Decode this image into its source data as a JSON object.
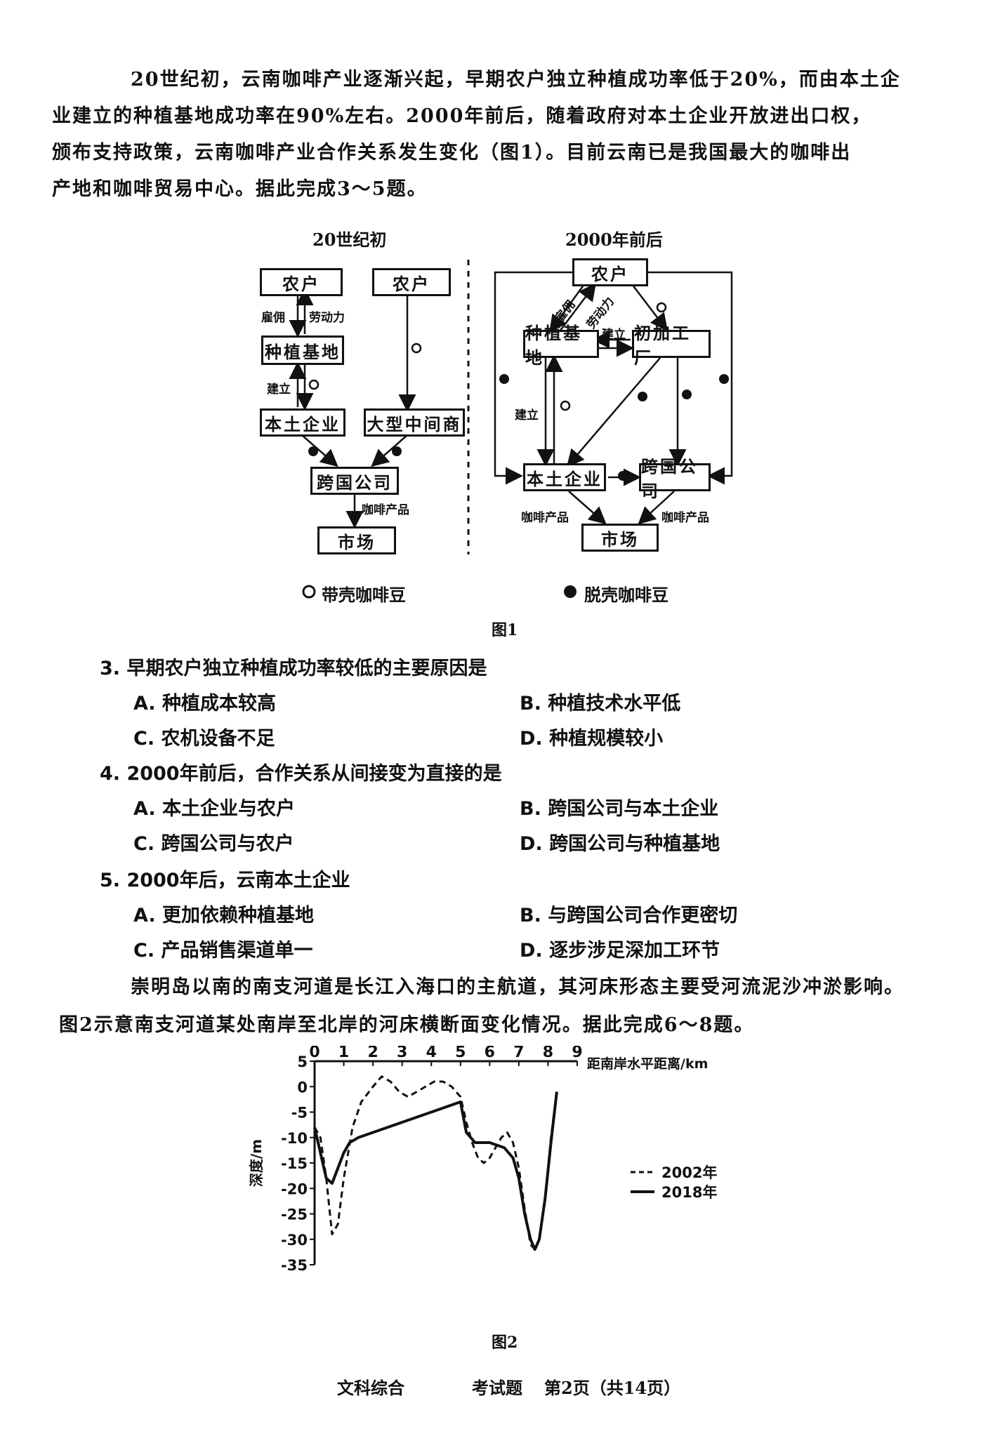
{
  "intro": {
    "lines": [
      "20世纪初，云南咖啡产业逐渐兴起，早期农户独立种植成功率低于20%，而由本土企",
      "业建立的种植基地成功率在90%左右。2000年前后，随着政府对本土企业开放进出口权，",
      "颁布支持政策，云南咖啡产业合作关系发生变化（图1）。目前云南已是我国最大的咖啡出",
      "产地和咖啡贸易中心。据此完成3～5题。"
    ]
  },
  "figure1": {
    "left_title": "20世纪初",
    "right_title": "2000年前后",
    "left": {
      "farmer1": "农户",
      "farmer2": "农户",
      "plantation": "种植基地",
      "local_enterprise": "本土企业",
      "middleman": "大型中间商",
      "multinational": "跨国公司",
      "market": "市场",
      "label_employ": "雇佣",
      "label_labor": "劳动力",
      "label_build": "建立",
      "label_product": "咖啡产品"
    },
    "right": {
      "farmer": "农户",
      "plantation": "种植基地",
      "factory": "初加工厂",
      "local_enterprise": "本土企业",
      "multinational": "跨国公司",
      "market": "市场",
      "label_employ": "雇佣",
      "label_labor": "劳动力",
      "label_build_small": "建立",
      "label_build": "建立",
      "label_product_left": "咖啡产品",
      "label_product_right": "咖啡产品"
    },
    "legend_open": "带壳咖啡豆",
    "legend_filled": "脱壳咖啡豆",
    "caption": "图1"
  },
  "questions": [
    {
      "stem": "3.  早期农户独立种植成功率较低的主要原因是",
      "options": [
        "A. 种植成本较高",
        "B. 种植技术水平低",
        "C. 农机设备不足",
        "D. 种植规模较小"
      ]
    },
    {
      "stem": "4.  2000年前后，合作关系从间接变为直接的是",
      "options": [
        "A. 本土企业与农户",
        "B. 跨国公司与本土企业",
        "C. 跨国公司与农户",
        "D. 跨国公司与种植基地"
      ]
    },
    {
      "stem": "5.  2000年后，云南本土企业",
      "options": [
        "A. 更加依赖种植基地",
        "B. 与跨国公司合作更密切",
        "C. 产品销售渠道单一",
        "D. 逐步涉足深加工环节"
      ]
    }
  ],
  "intro2": {
    "lines": [
      "崇明岛以南的南支河道是长江入海口的主航道，其河床形态主要受河流泥沙冲淤影响。",
      "图2示意南支河道某处南岸至北岸的河床横断面变化情况。据此完成6～8题。"
    ]
  },
  "chart_data": {
    "type": "line",
    "xlabel": "距南岸水平距离/km",
    "ylabel": "深度/m",
    "x_ticks": [
      "0",
      "1",
      "2",
      "3",
      "4",
      "5",
      "6",
      "7",
      "8",
      "9"
    ],
    "y_ticks": [
      "5",
      "0",
      "-5",
      "-10",
      "-15",
      "-20",
      "-25",
      "-30",
      "-35"
    ],
    "xlim": [
      0,
      9
    ],
    "ylim": [
      -35,
      5
    ],
    "series": [
      {
        "name": "2002年",
        "style": "dashed",
        "x": [
          0,
          0.2,
          0.4,
          0.6,
          0.8,
          1.0,
          1.3,
          1.6,
          2.0,
          2.3,
          2.6,
          2.9,
          3.2,
          3.5,
          3.8,
          4.1,
          4.4,
          4.7,
          5.0,
          5.2,
          5.4,
          5.6,
          5.8,
          6.0,
          6.2,
          6.4,
          6.6,
          6.8,
          7.0,
          7.2,
          7.4,
          7.55,
          7.7,
          7.9,
          8.1,
          8.3
        ],
        "y": [
          -8,
          -10,
          -18,
          -29,
          -27,
          -18,
          -8,
          -3,
          0,
          2,
          1,
          -1,
          -2,
          -1,
          0,
          1,
          1,
          0,
          -2,
          -7,
          -11,
          -14,
          -15,
          -14,
          -12,
          -10,
          -9,
          -11,
          -16,
          -24,
          -31,
          -32,
          -30,
          -22,
          -10,
          -1
        ]
      },
      {
        "name": "2018年",
        "style": "solid",
        "x": [
          0,
          0.2,
          0.4,
          0.6,
          0.8,
          1.0,
          1.2,
          1.5,
          2.0,
          2.5,
          3.0,
          3.5,
          4.0,
          4.5,
          5.0,
          5.2,
          5.5,
          6.0,
          6.5,
          6.8,
          7.0,
          7.2,
          7.4,
          7.55,
          7.7,
          7.9,
          8.1,
          8.3
        ],
        "y": [
          -8,
          -13,
          -18,
          -19,
          -16,
          -13,
          -11,
          -10,
          -9,
          -8,
          -7,
          -6,
          -5,
          -4,
          -3,
          -9,
          -11,
          -11,
          -12,
          -14,
          -18,
          -25,
          -30,
          -32,
          -30,
          -22,
          -11,
          -1
        ]
      }
    ],
    "legend": "right"
  },
  "figure2": {
    "caption": "图2"
  },
  "footer": {
    "subject": "文科综合",
    "exam": "考试题",
    "page": "第2页（共14页）"
  }
}
